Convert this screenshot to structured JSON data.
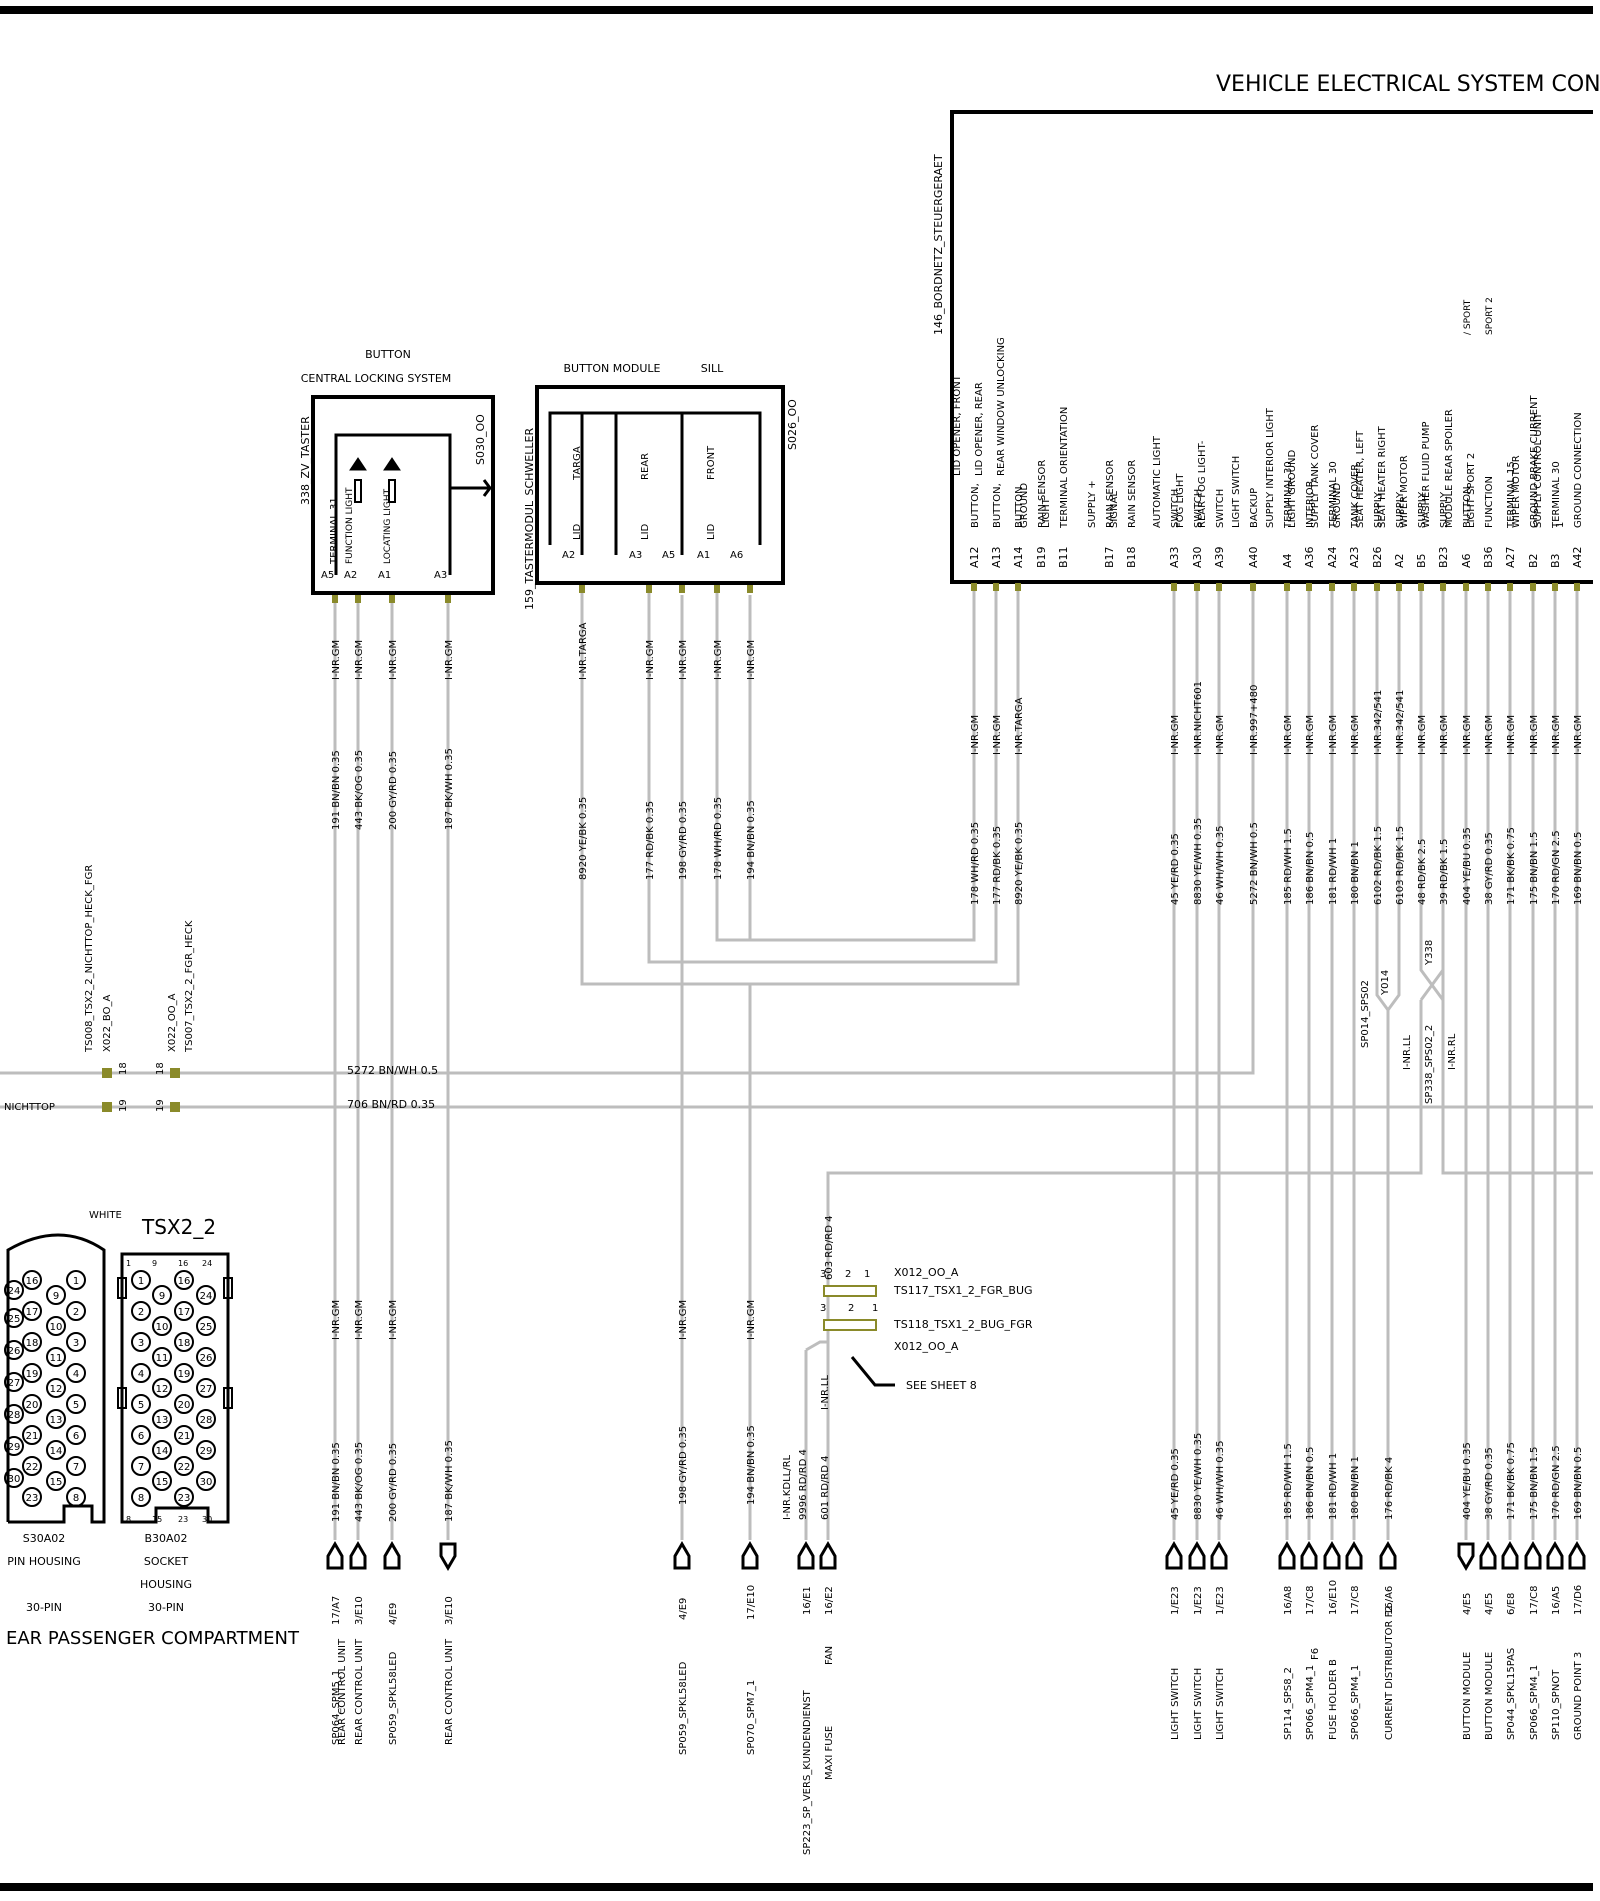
{
  "title": "VEHICLE ELECTRICAL SYSTEM CON",
  "footer_label": "EAR PASSENGER COMPARTMENT",
  "ecu": {
    "name": "146_BORDNETZ_STEUERGERAET",
    "pins": [
      {
        "pin": "A12",
        "l1": "BUTTON,",
        "l2": "LID OPENER, FRONT",
        "wire_top": "I-NR.GM",
        "wire": "178 WH/RD 0.35"
      },
      {
        "pin": "A13",
        "l1": "BUTTON,",
        "l2": "LID OPENER, REAR",
        "wire_top": "I-NR.GM",
        "wire": "177 RD/BK 0.35"
      },
      {
        "pin": "A14",
        "l1": "BUTTON",
        "l2": "REAR WINDOW UNLOCKING",
        "wire_top": "I-NR.TARGA",
        "wire": "8920 YE/BK 0.35"
      },
      {
        "pin": "B19",
        "l1": "RAIN SENSOR",
        "l2": "GROUND"
      },
      {
        "pin": "B11",
        "l1": "TERMINAL ORIENTATION",
        "l2": "LIGHT"
      },
      {
        "pin": "B17",
        "l1": "RAIN SENSOR",
        "l2": "SUPPLY +"
      },
      {
        "pin": "B18",
        "l1": "RAIN SENSOR",
        "l2": "SIGNAL"
      },
      {
        "pin": "A33",
        "l1": "SWITCH",
        "l2": "AUTOMATIC LIGHT",
        "wire_top": "I-NR.GM",
        "wire": "45 YE/RD 0.35"
      },
      {
        "pin": "A30",
        "l1": "SWITCH",
        "l2": "FOG LIGHT",
        "wire_top": "I-NR.NICHT601",
        "wire": "8830 YE/WH 0.35"
      },
      {
        "pin": "A39",
        "l1": "SWITCH",
        "l2": "REAR FOG LIGHT-",
        "wire_top": "I-NR.GM",
        "wire": "46 WH/WH 0.35"
      },
      {
        "pin": "A40",
        "l1": "BACKUP",
        "l2": "LIGHT SWITCH",
        "wire_top": "I-NR.997+480",
        "wire": "5272 BN/WH 0.5"
      },
      {
        "pin": "A4",
        "l1": "TERMINAL 30",
        "l2": "SUPPLY INTERIOR LIGHT",
        "wire_top": "I-NR.GM",
        "wire": "185 RD/WH 1.5"
      },
      {
        "pin": "A36",
        "l1": "INTERIOR",
        "l2": "LIGHT GROUND",
        "wire_top": "I-NR.GM",
        "wire": "186 BN/BN 0.5"
      },
      {
        "pin": "A24",
        "l1": "TERMINAL 30",
        "l2": "SUPPLY TANK COVER",
        "wire_top": "I-NR.GM",
        "wire": "181 RD/WH 1"
      },
      {
        "pin": "A23",
        "l1": "TANK COVER",
        "l2": "GROUND",
        "wire_top": "I-NR.GM",
        "wire": "180 BN/BN 1"
      },
      {
        "pin": "B26",
        "l1": "SUPPLY",
        "l2": "SEAT HEATER, LEFT",
        "wire_top": "I-NR.342/541",
        "wire": "6102 RD/BK 1.5"
      },
      {
        "pin": "A2",
        "l1": "SUPPLY",
        "l2": "SEAT HEATER RIGHT",
        "wire_top": "I-NR.342/541",
        "wire": "6103 RD/BK 1.5"
      },
      {
        "pin": "B5",
        "l1": "SUPPLY",
        "l2": "WIPER MOTOR",
        "wire_top": "I-NR.GM",
        "wire": "48 RD/BK 2.5"
      },
      {
        "pin": "B23",
        "l1": "SUPPLY",
        "l2": "WASHER FLUID PUMP",
        "wire_top": "I-NR.GM",
        "wire": "39 RD/BK 1.5"
      },
      {
        "pin": "A6",
        "l1": "BUTTON",
        "l2": "MODULE REAR SPOILER",
        "l3": "/ SPORT",
        "wire_top": "I-NR.GM",
        "wire": "404 YE/BU 0.35"
      },
      {
        "pin": "B36",
        "l1": "FUNCTION",
        "l2": "LIGHT SPORT 2",
        "l3": "SPORT 2",
        "wire_top": "I-NR.GM",
        "wire": "38 GY/RD 0.35"
      },
      {
        "pin": "A27",
        "l1": "TERMINAL 15",
        "wire_top": "I-NR.GM",
        "wire": "171 BK/BK 0.75"
      },
      {
        "pin": "B2",
        "l1": "GROUND BRAKE CURRENT",
        "l2": "WIPER MOTOR",
        "wire_top": "I-NR.GM",
        "wire": "175 BN/BN 1.5"
      },
      {
        "pin": "B3",
        "l1": "TERMINAL 30",
        "l2": "SUPPLY CONTROL UNIT",
        "wire_top": "I-NR.GM",
        "wire": "170 RD/GN 2.5"
      },
      {
        "pin": "A42",
        "l1": "GROUND CONNECTION",
        "l2": "1",
        "wire_top": "I-NR.GM",
        "wire": "169 BN/BN 0.5"
      }
    ]
  },
  "button_cls": {
    "title1": "BUTTON",
    "title2": "CENTRAL LOCKING SYSTEM",
    "side_label": "338_ZV_TASTER",
    "code": "S030_OO",
    "inner": [
      "TERMINAL 31",
      "FUNCTION LIGHT",
      "LOCATING LIGHT"
    ],
    "pins": [
      "A5",
      "A2",
      "A1",
      "A3"
    ]
  },
  "button_module": {
    "title1": "BUTTON MODULE",
    "title2": "SILL",
    "side_label": "159_TASTERMODUL_SCHWELLER",
    "code": "S026_OO",
    "inner": [
      "LID",
      "TARGA",
      "LID",
      "REAR",
      "LID",
      "FRONT"
    ],
    "pins": [
      "A2",
      "A3",
      "A5",
      "A1",
      "A6"
    ]
  },
  "left_wires": [
    {
      "top": "I-NR.GM",
      "mid": "191 BN/BN 0.35",
      "low_top": "I-NR.GM",
      "low": "191 BN/BN 0.35",
      "ref": "17/A7",
      "dest": "SP064_SPM5_1",
      "dest2": ""
    },
    {
      "top": "I-NR.GM",
      "mid": "443 BK/OG 0.35",
      "low_top": "I-NR.GM",
      "low": "443 BK/OG 0.35",
      "ref": "3/E10",
      "dest": "REAR CONTROL UNIT",
      "dest2": ""
    },
    {
      "top": "I-NR.GM",
      "mid": "200 GY/RD 0.35",
      "low_top": "I-NR.GM",
      "low": "200 GY/RD 0.35",
      "ref": "4/E9",
      "dest": "SP059_SPKL58LED",
      "dest2": ""
    },
    {
      "top": "I-NR.GM",
      "mid": "187 BK/WH 0.35",
      "low_top": "",
      "low": "187 BK/WH 0.35",
      "ref": "3/E10",
      "dest": "REAR CONTROL UNIT",
      "dest2": ""
    }
  ],
  "module_wires": [
    {
      "top": "I-NR.TARGA",
      "mid": "8920 YE/BK 0.35"
    },
    {
      "top": "I-NR.GM",
      "mid": "177 RD/BK 0.35"
    },
    {
      "top": "I-NR.GM",
      "mid": "198 GY/RD 0.35",
      "low_top": "I-NR.GM",
      "low": "198 GY/RD 0.35",
      "ref": "4/E9",
      "dest": "SP059_SPKL58LED"
    },
    {
      "top": "I-NR.GM",
      "mid": "178 WH/RD 0.35"
    },
    {
      "top": "I-NR.GM",
      "mid": "194 BN/BN 0.35",
      "low_top": "I-NR.GM",
      "low": "194 BN/BN 0.35",
      "ref": "17/E10",
      "dest": "SP070_SPM7_1"
    }
  ],
  "mid_wires": [
    {
      "top": "I-NR.KDLL/RL",
      "low": "9996 RD/RD 4",
      "ref": "16/E1",
      "dest": "SP223_SP_VERS_KUNDENDIENST"
    },
    {
      "top": "I-NR.LL",
      "low": "601 RD/RD 4",
      "ref": "16/E2",
      "dest": "MAXI FUSE",
      "dest2": "FAN"
    }
  ],
  "bottom_right": [
    {
      "low": "45 YE/RD 0.35",
      "ref": "1/E23",
      "dest": "LIGHT SWITCH"
    },
    {
      "low": "8830 YE/WH 0.35",
      "ref": "1/E23",
      "dest": "LIGHT SWITCH"
    },
    {
      "low": "46 WH/WH 0.35",
      "ref": "1/E23",
      "dest": "LIGHT SWITCH"
    },
    {
      "low": "185 RD/WH 1.5",
      "ref": "16/A8",
      "dest": "SP114_SPS8_2"
    },
    {
      "low": "186 BN/BN 0.5",
      "ref": "17/C8",
      "dest": "SP066_SPM4_1"
    },
    {
      "low": "181 RD/WH 1",
      "ref": "16/E10",
      "dest": "FUSE HOLDER B",
      "dest2": "F6"
    },
    {
      "low": "180 BN/BN 1",
      "ref": "17/C8",
      "dest": "SP066_SPM4_1"
    },
    {
      "low": "176 RD/BK 4",
      "ref": "16/A6",
      "dest": "CURRENT DISTRIBUTOR F2"
    },
    {
      "low": "404 YE/BU 0.35",
      "ref": "4/E5",
      "dest": "BUTTON MODULE"
    },
    {
      "low": "38 GY/RD 0.35",
      "ref": "4/E5",
      "dest": "BUTTON MODULE"
    },
    {
      "low": "171 BK/BK 0.75",
      "ref": "6/E8",
      "dest": "SP044_SPKL15PAS"
    },
    {
      "low": "175 BN/BN 1.5",
      "ref": "17/C8",
      "dest": "SP066_SPM4_1"
    },
    {
      "low": "170 RD/GN 2.5",
      "ref": "16/A5",
      "dest": "SP110_SPNOT"
    },
    {
      "low": "169 BN/BN 0.5",
      "ref": "17/D6",
      "dest": "GROUND POINT 3"
    }
  ],
  "splices": {
    "sp014": "SP014_SPS02",
    "y014": "Y014",
    "ll": "I-NR.LL",
    "sp338": "SP338_SPS02_2",
    "y338": "Y338",
    "rl": "I-NR.RL"
  },
  "left_connectors": {
    "ts008": "TS008_TSX2_2_NICHTTOP_HECK_FGR",
    "x022bo": "X022_BO_A",
    "x022oo": "X022_OO_A",
    "ts007": "TS007_TSX2_2_FGR_HECK",
    "pin18": "18",
    "pin19": "19",
    "wire1": "5272 BN/WH 0.5",
    "wire2": "706 BN/RD 0.35",
    "nichttop": "NICHTTOP"
  },
  "tsx": {
    "name": "TSX2_2",
    "white": "WHITE",
    "a_code": "S30A02",
    "a_desc": "PIN HOUSING",
    "a_pins": "30-PIN",
    "b_code": "B30A02",
    "b_desc1": "SOCKET",
    "b_desc2": "HOUSING",
    "b_pins": "30-PIN",
    "tick_top": [
      "1",
      "9",
      "16",
      "24"
    ],
    "tick_bot": [
      "8",
      "15",
      "23",
      "30"
    ]
  },
  "ts117": {
    "wire": "603 RD/RD 4",
    "x012a": "X012_OO_A",
    "ts117": "TS117_TSX1_2_FGR_BUG",
    "ts118": "TS118_TSX1_2_BUG_FGR",
    "x012b": "X012_OO_A",
    "see": "SEE SHEET 8",
    "p3": "3",
    "p2": "2",
    "p1": "1"
  }
}
